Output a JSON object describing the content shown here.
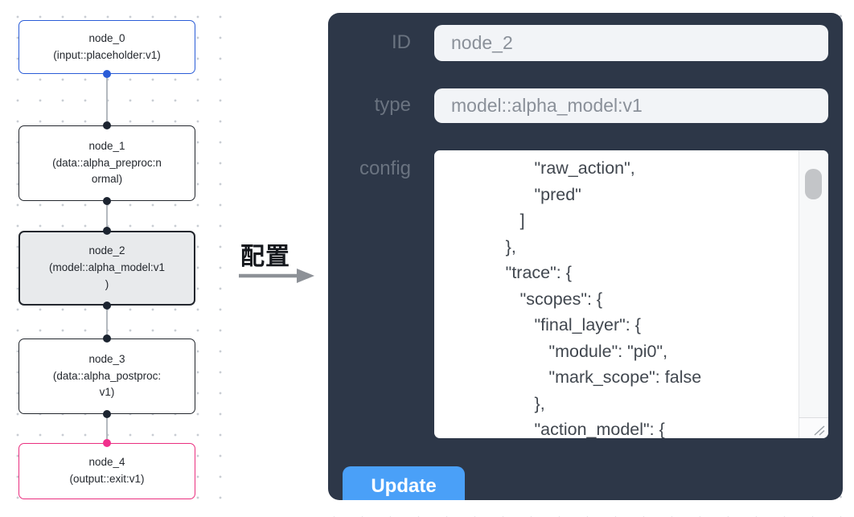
{
  "flow": {
    "nodes": [
      {
        "id": "node_0",
        "label": [
          "node_0",
          "(input::placeholder:v1)"
        ]
      },
      {
        "id": "node_1",
        "label": [
          "node_1",
          "(data::alpha_preproc:n",
          "ormal)"
        ]
      },
      {
        "id": "node_2",
        "label": [
          "node_2",
          "(model::alpha_model:v1",
          ")"
        ]
      },
      {
        "id": "node_3",
        "label": [
          "node_3",
          "(data::alpha_postproc:",
          "v1)"
        ]
      },
      {
        "id": "node_4",
        "label": [
          "node_4",
          "(output::exit:v1)"
        ]
      }
    ]
  },
  "annotation": {
    "label": "配置"
  },
  "panel": {
    "id_label": "ID",
    "id_value": "node_2",
    "type_label": "type",
    "type_value": "model::alpha_model:v1",
    "config_label": "config",
    "config_lines": [
      "                  \"raw_action\",",
      "                  \"pred\"",
      "               ]",
      "            },",
      "            \"trace\": {",
      "               \"scopes\": {",
      "                  \"final_layer\": {",
      "                     \"module\": \"pi0\",",
      "                     \"mark_scope\": false",
      "                  },",
      "                  \"action_model\": {"
    ],
    "update_label": "Update"
  },
  "colors": {
    "panel_bg": "#2d3748",
    "accent_blue": "#4aa0f8",
    "node_input_border": "#2a5cd7",
    "node_output_border": "#ea2f7f",
    "node_selected_bg": "#e8eaec",
    "node_default_border": "#23272e",
    "handle_dark": "#1c2430",
    "edge_gray": "#b4b9bf"
  }
}
